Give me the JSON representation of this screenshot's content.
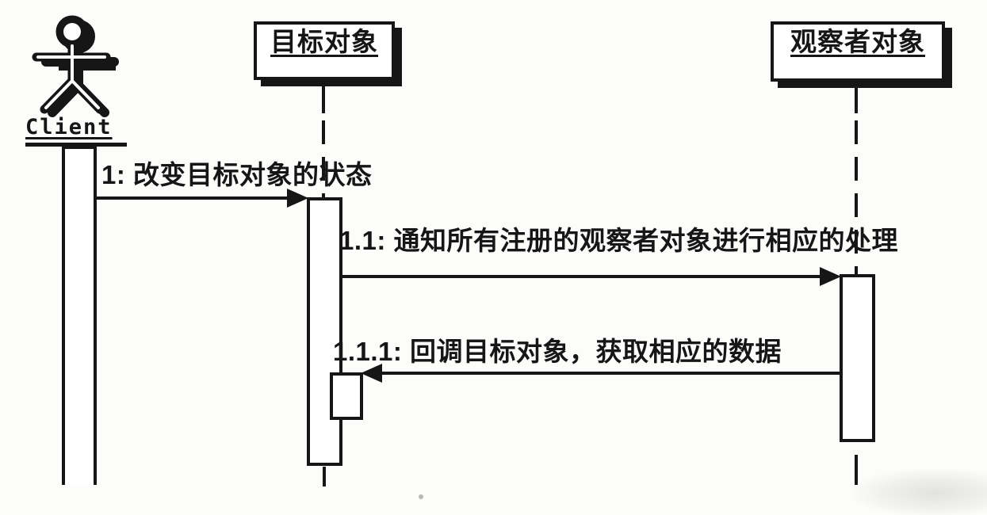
{
  "diagram": {
    "type": "uml-sequence-diagram",
    "actor": {
      "name": "Client"
    },
    "lifelines": [
      {
        "id": "target",
        "label": "目标对象"
      },
      {
        "id": "observer",
        "label": "观察者对象"
      }
    ],
    "messages": [
      {
        "seq": "1",
        "label": "1: 改变目标对象的状态",
        "from": "Client",
        "to": "目标对象"
      },
      {
        "seq": "1.1",
        "label": "1.1: 通知所有注册的观察者对象进行相应的处理",
        "from": "目标对象",
        "to": "观察者对象"
      },
      {
        "seq": "1.1.1",
        "label": "1.1.1: 回调目标对象，获取相应的数据",
        "from": "观察者对象",
        "to": "目标对象"
      }
    ],
    "colors": {
      "ink": "#161616",
      "paper": "#fcfcfb",
      "smudge": "#e2e2e0"
    }
  }
}
